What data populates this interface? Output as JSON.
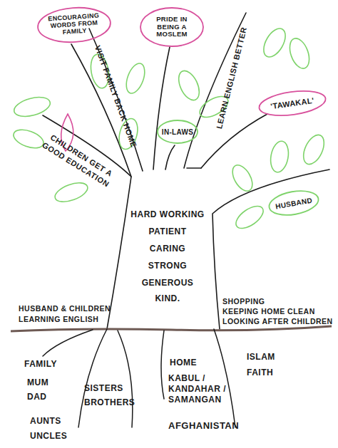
{
  "diagram": {
    "nodes": [
      {
        "text": [
          "ENCOURAGING WORDS FROM FAMILY"
        ]
      },
      {
        "text": [
          "PRIDE IN BEING A MOSLEM"
        ]
      },
      {
        "text": [
          "'TAWAKAL'"
        ]
      },
      {
        "text": [
          "IN-LAWS"
        ]
      },
      {
        "text": [
          "HUSBAND"
        ]
      }
    ],
    "labels": [
      "VISIT FAMILY BACK HOME",
      "LEARN ENGLISH BETTER",
      "CHILDREN GET A GOOD EDUCATION",
      "HARD WORKING",
      "PATIENT",
      "CARING",
      "STRONG",
      "GENEROUS",
      "KIND.",
      "HUSBAND & CHILDREN LEARNING ENGLISH",
      "SHOPPING",
      "KEEPING HOME CLEAN",
      "LOOKING AFTER CHILDREN",
      "FAMILY",
      "MUM",
      "DAD",
      "AUNTS",
      "UNCLES",
      "SISTERS",
      "BROTHERS",
      "HOME",
      "KABUL / KANDAHAR / SAMANGAN",
      "AFGHANISTAN",
      "ISLAM",
      "FAITH"
    ]
  }
}
